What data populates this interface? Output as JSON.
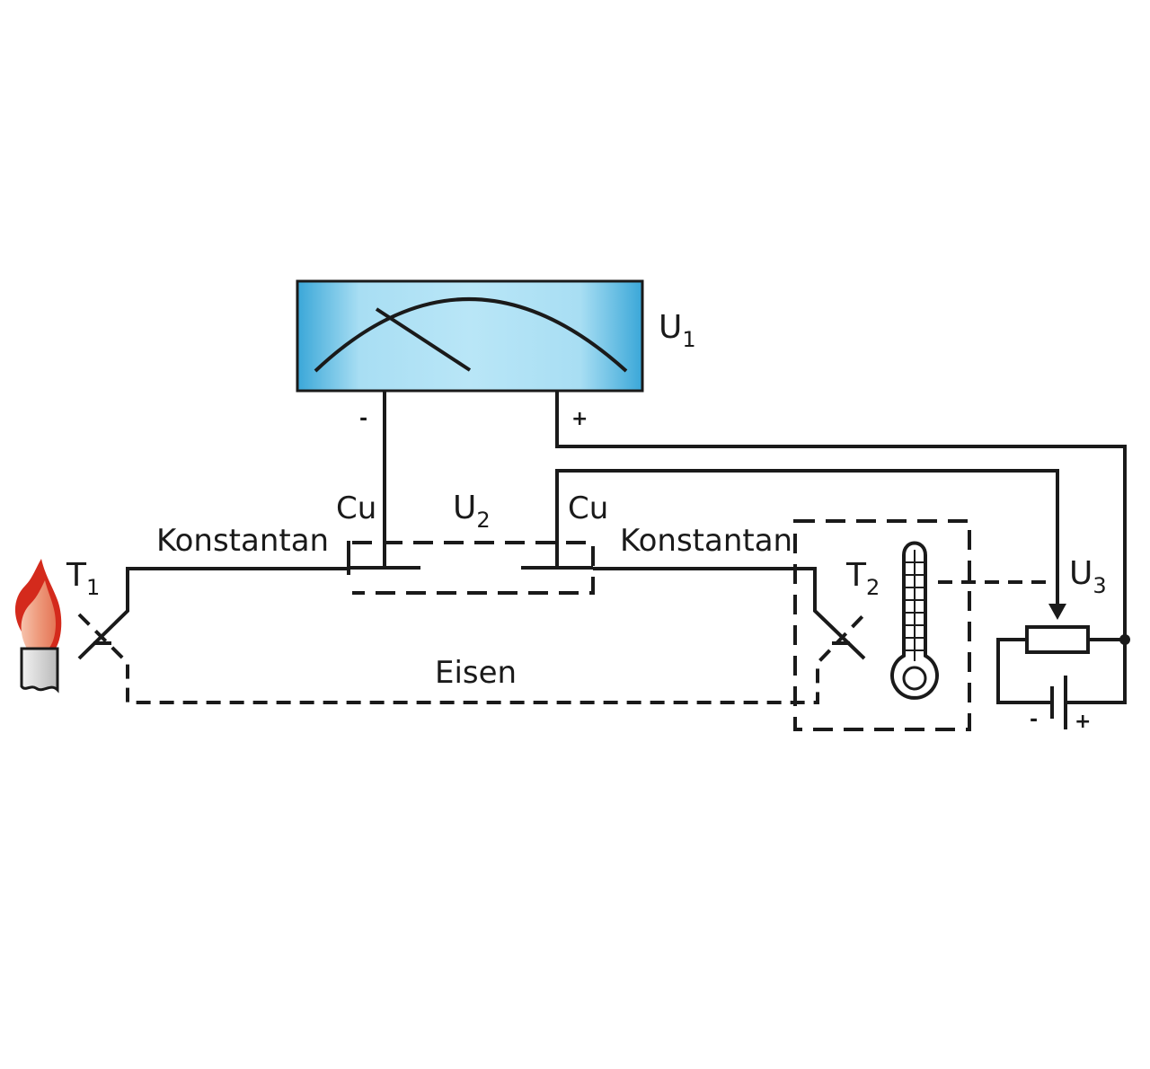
{
  "meter": {
    "symbol": "U",
    "index": "1",
    "minus": "-",
    "plus": "+"
  },
  "reference": {
    "symbol": "U",
    "index": "2",
    "cu_left": "Cu",
    "cu_right": "Cu"
  },
  "wires": {
    "konstantan_left": "Konstantan",
    "konstantan_right": "Konstantan",
    "eisen": "Eisen"
  },
  "hot_junction": {
    "symbol": "T",
    "index": "1"
  },
  "cold_junction": {
    "symbol": "T",
    "index": "2"
  },
  "compensation": {
    "symbol": "U",
    "index": "3",
    "battery_minus": "-",
    "battery_plus": "+"
  },
  "colors": {
    "meter_face": "#8fd3ee",
    "flame_outer": "#d42a1c",
    "flame_inner": "#f0a98a",
    "line": "#1a1a1a"
  },
  "icons": {
    "flame": "flame-icon",
    "thermometer": "thermometer-icon",
    "meter": "voltmeter-icon",
    "resistor": "potentiometer-icon",
    "battery": "battery-icon"
  }
}
